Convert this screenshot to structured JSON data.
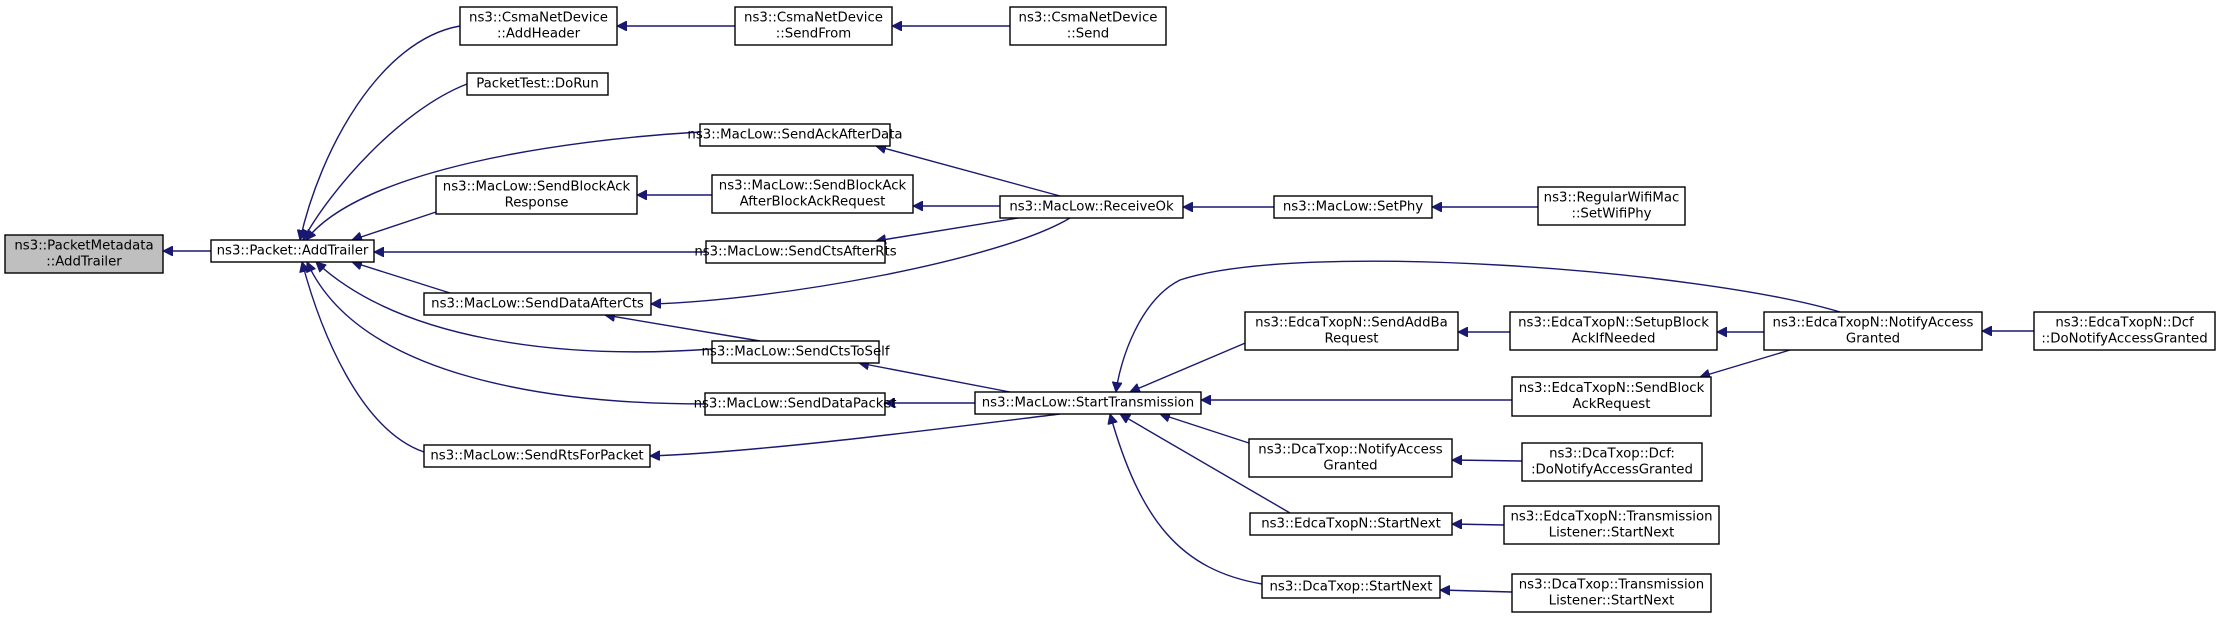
{
  "graph": {
    "edge_color": "#191970",
    "root_fill": "#bfbfbf",
    "nodes": [
      {
        "id": "pm_addtrailer",
        "lines": [
          "ns3::PacketMetadata",
          "::AddTrailer"
        ],
        "root": true
      },
      {
        "id": "packet_addtrailer",
        "lines": [
          "ns3::Packet::AddTrailer"
        ]
      },
      {
        "id": "csma_addheader",
        "lines": [
          "ns3::CsmaNetDevice",
          "::AddHeader"
        ]
      },
      {
        "id": "packettest_dorun",
        "lines": [
          "PacketTest::DoRun"
        ]
      },
      {
        "id": "maclow_sendackafterdata",
        "lines": [
          "ns3::MacLow::SendAckAfterData"
        ]
      },
      {
        "id": "maclow_sendblockackresponse",
        "lines": [
          "ns3::MacLow::SendBlockAck",
          "Response"
        ]
      },
      {
        "id": "maclow_sendctsafterrts",
        "lines": [
          "ns3::MacLow::SendCtsAfterRts"
        ]
      },
      {
        "id": "maclow_senddataaftercts",
        "lines": [
          "ns3::MacLow::SendDataAfterCts"
        ]
      },
      {
        "id": "maclow_sendctstoself",
        "lines": [
          "ns3::MacLow::SendCtsToSelf"
        ]
      },
      {
        "id": "maclow_senddatapacket",
        "lines": [
          "ns3::MacLow::SendDataPacket"
        ]
      },
      {
        "id": "maclow_sendrtsforpacket",
        "lines": [
          "ns3::MacLow::SendRtsForPacket"
        ]
      },
      {
        "id": "csma_sendfrom",
        "lines": [
          "ns3::CsmaNetDevice",
          "::SendFrom"
        ]
      },
      {
        "id": "csma_send",
        "lines": [
          "ns3::CsmaNetDevice",
          "::Send"
        ]
      },
      {
        "id": "maclow_sendblockackafterblockackrequest",
        "lines": [
          "ns3::MacLow::SendBlockAck",
          "AfterBlockAckRequest"
        ]
      },
      {
        "id": "maclow_receiveok",
        "lines": [
          "ns3::MacLow::ReceiveOk"
        ]
      },
      {
        "id": "maclow_setphy",
        "lines": [
          "ns3::MacLow::SetPhy"
        ]
      },
      {
        "id": "regularwifimac_setwifiphy",
        "lines": [
          "ns3::RegularWifiMac",
          "::SetWifiPhy"
        ]
      },
      {
        "id": "maclow_starttransmission",
        "lines": [
          "ns3::MacLow::StartTransmission"
        ]
      },
      {
        "id": "edca_sendaddbarequest",
        "lines": [
          "ns3::EdcaTxopN::SendAddBa",
          "Request"
        ]
      },
      {
        "id": "edca_setupblockackifneeded",
        "lines": [
          "ns3::EdcaTxopN::SetupBlock",
          "AckIfNeeded"
        ]
      },
      {
        "id": "edca_notifyaccessgranted",
        "lines": [
          "ns3::EdcaTxopN::NotifyAccess",
          "Granted"
        ]
      },
      {
        "id": "edca_dcf_donotifyaccessgranted",
        "lines": [
          "ns3::EdcaTxopN::Dcf",
          "::DoNotifyAccessGranted"
        ]
      },
      {
        "id": "edca_sendblockackrequest",
        "lines": [
          "ns3::EdcaTxopN::SendBlock",
          "AckRequest"
        ]
      },
      {
        "id": "dca_notifyaccessgranted",
        "lines": [
          "ns3::DcaTxop::NotifyAccess",
          "Granted"
        ]
      },
      {
        "id": "dca_dcf_donotifyaccessgranted",
        "lines": [
          "ns3::DcaTxop::Dcf:",
          ":DoNotifyAccessGranted"
        ]
      },
      {
        "id": "edca_startnext",
        "lines": [
          "ns3::EdcaTxopN::StartNext"
        ]
      },
      {
        "id": "edca_transmissionlistener_startnext",
        "lines": [
          "ns3::EdcaTxopN::Transmission",
          "Listener::StartNext"
        ]
      },
      {
        "id": "dca_startnext",
        "lines": [
          "ns3::DcaTxop::StartNext"
        ]
      },
      {
        "id": "dca_transmissionlistener_startnext",
        "lines": [
          "ns3::DcaTxop::Transmission",
          "Listener::StartNext"
        ]
      }
    ],
    "edges": [
      {
        "from": "packet_addtrailer",
        "to": "pm_addtrailer"
      },
      {
        "from": "csma_addheader",
        "to": "packet_addtrailer"
      },
      {
        "from": "packettest_dorun",
        "to": "packet_addtrailer"
      },
      {
        "from": "maclow_sendackafterdata",
        "to": "packet_addtrailer"
      },
      {
        "from": "maclow_sendblockackresponse",
        "to": "packet_addtrailer"
      },
      {
        "from": "maclow_sendctsafterrts",
        "to": "packet_addtrailer"
      },
      {
        "from": "maclow_senddataaftercts",
        "to": "packet_addtrailer"
      },
      {
        "from": "maclow_sendctstoself",
        "to": "packet_addtrailer"
      },
      {
        "from": "maclow_senddatapacket",
        "to": "packet_addtrailer"
      },
      {
        "from": "maclow_sendrtsforpacket",
        "to": "packet_addtrailer"
      },
      {
        "from": "csma_sendfrom",
        "to": "csma_addheader"
      },
      {
        "from": "csma_send",
        "to": "csma_sendfrom"
      },
      {
        "from": "maclow_sendblockackafterblockackrequest",
        "to": "maclow_sendblockackresponse"
      },
      {
        "from": "maclow_receiveok",
        "to": "maclow_sendackafterdata"
      },
      {
        "from": "maclow_receiveok",
        "to": "maclow_sendblockackafterblockackrequest"
      },
      {
        "from": "maclow_receiveok",
        "to": "maclow_sendctsafterrts"
      },
      {
        "from": "maclow_receiveok",
        "to": "maclow_senddataaftercts"
      },
      {
        "from": "maclow_setphy",
        "to": "maclow_receiveok"
      },
      {
        "from": "regularwifimac_setwifiphy",
        "to": "maclow_setphy"
      },
      {
        "from": "maclow_sendctstoself",
        "to": "maclow_senddataaftercts"
      },
      {
        "from": "maclow_starttransmission",
        "to": "maclow_sendctstoself"
      },
      {
        "from": "maclow_starttransmission",
        "to": "maclow_senddatapacket"
      },
      {
        "from": "maclow_starttransmission",
        "to": "maclow_sendrtsforpacket"
      },
      {
        "from": "edca_sendaddbarequest",
        "to": "maclow_starttransmission"
      },
      {
        "from": "edca_sendblockackrequest",
        "to": "maclow_starttransmission"
      },
      {
        "from": "edca_notifyaccessgranted",
        "to": "maclow_starttransmission"
      },
      {
        "from": "dca_notifyaccessgranted",
        "to": "maclow_starttransmission"
      },
      {
        "from": "edca_startnext",
        "to": "maclow_starttransmission"
      },
      {
        "from": "dca_startnext",
        "to": "maclow_starttransmission"
      },
      {
        "from": "edca_setupblockackifneeded",
        "to": "edca_sendaddbarequest"
      },
      {
        "from": "edca_notifyaccessgranted",
        "to": "edca_setupblockackifneeded"
      },
      {
        "from": "edca_notifyaccessgranted",
        "to": "edca_sendblockackrequest"
      },
      {
        "from": "edca_dcf_donotifyaccessgranted",
        "to": "edca_notifyaccessgranted"
      },
      {
        "from": "dca_dcf_donotifyaccessgranted",
        "to": "dca_notifyaccessgranted"
      },
      {
        "from": "edca_transmissionlistener_startnext",
        "to": "edca_startnext"
      },
      {
        "from": "dca_transmissionlistener_startnext",
        "to": "dca_startnext"
      }
    ]
  }
}
